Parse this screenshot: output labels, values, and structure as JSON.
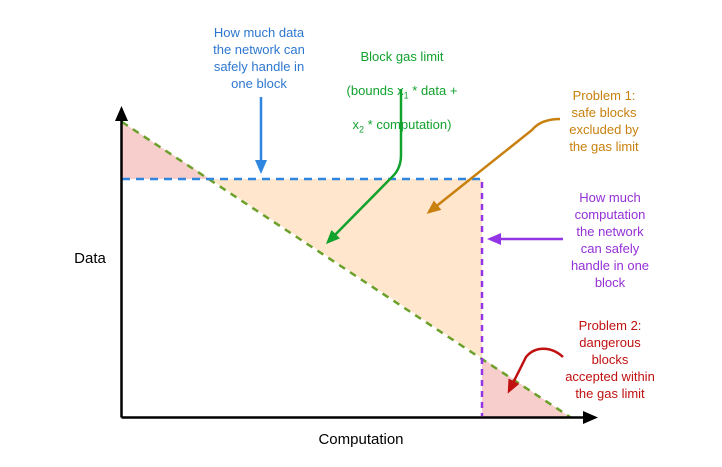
{
  "figure": {
    "y_axis_label": "Data",
    "x_axis_label": "Computation"
  },
  "annotations": {
    "data_limit": {
      "text": "How much data\nthe network can\nsafely handle in\none block",
      "color": "#2E77D0"
    },
    "gas_limit": {
      "line1": "Block gas limit",
      "line2_pre": "(bounds x",
      "line2_sub": "1",
      "line2_post": " * data +",
      "line3_pre": "x",
      "line3_sub": "2",
      "line3_post": " * computation)",
      "color": "#12A22E"
    },
    "problem1": {
      "text": "Problem 1:\nsafe blocks\nexcluded by\nthe gas limit",
      "color": "#C8800E"
    },
    "computation_limit": {
      "text": "How much\ncomputation\nthe network\ncan safely\nhandle in one\nblock",
      "color": "#9530D6"
    },
    "problem2": {
      "text": "Problem 2:\ndangerous\nblocks\naccepted within\nthe gas limit",
      "color": "#C01010"
    }
  },
  "colors": {
    "axis": "#000000",
    "data_limit_line_blue": "#2E86E0",
    "gas_limit_line_olive": "#6BA02A",
    "computation_limit_line_purple": "#9334E6",
    "blue_arrow": "#2E86E0",
    "green_arrow": "#12A22E",
    "orange_arrow": "#C8800E",
    "purple_arrow": "#9334E6",
    "red_arrow": "#C01010",
    "region_dangerous_pink": "#F8CECC",
    "region_safe_excluded_peach": "#FFE6CC",
    "background": "#FFFFFF"
  }
}
